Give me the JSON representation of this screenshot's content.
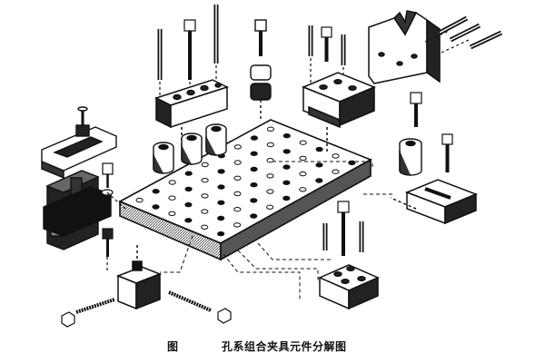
{
  "caption": {
    "figure_label": "图",
    "title": "孔系组合夹具元件分解图"
  },
  "parts": [
    {
      "name": "base-plate",
      "icon": "perforated-base-plate"
    },
    {
      "name": "clamp-assembly",
      "icon": "swing-clamp"
    },
    {
      "name": "v-block",
      "icon": "v-block"
    },
    {
      "name": "locating-bushings",
      "icon": "bushing"
    },
    {
      "name": "support-blocks",
      "icon": "support-block"
    },
    {
      "name": "slotted-block",
      "icon": "slotted-block"
    },
    {
      "name": "bolts-and-pins",
      "icon": "socket-head-bolt"
    }
  ],
  "colors": {
    "ink": "#111111",
    "paper": "#ffffff",
    "shade": "#333333"
  }
}
